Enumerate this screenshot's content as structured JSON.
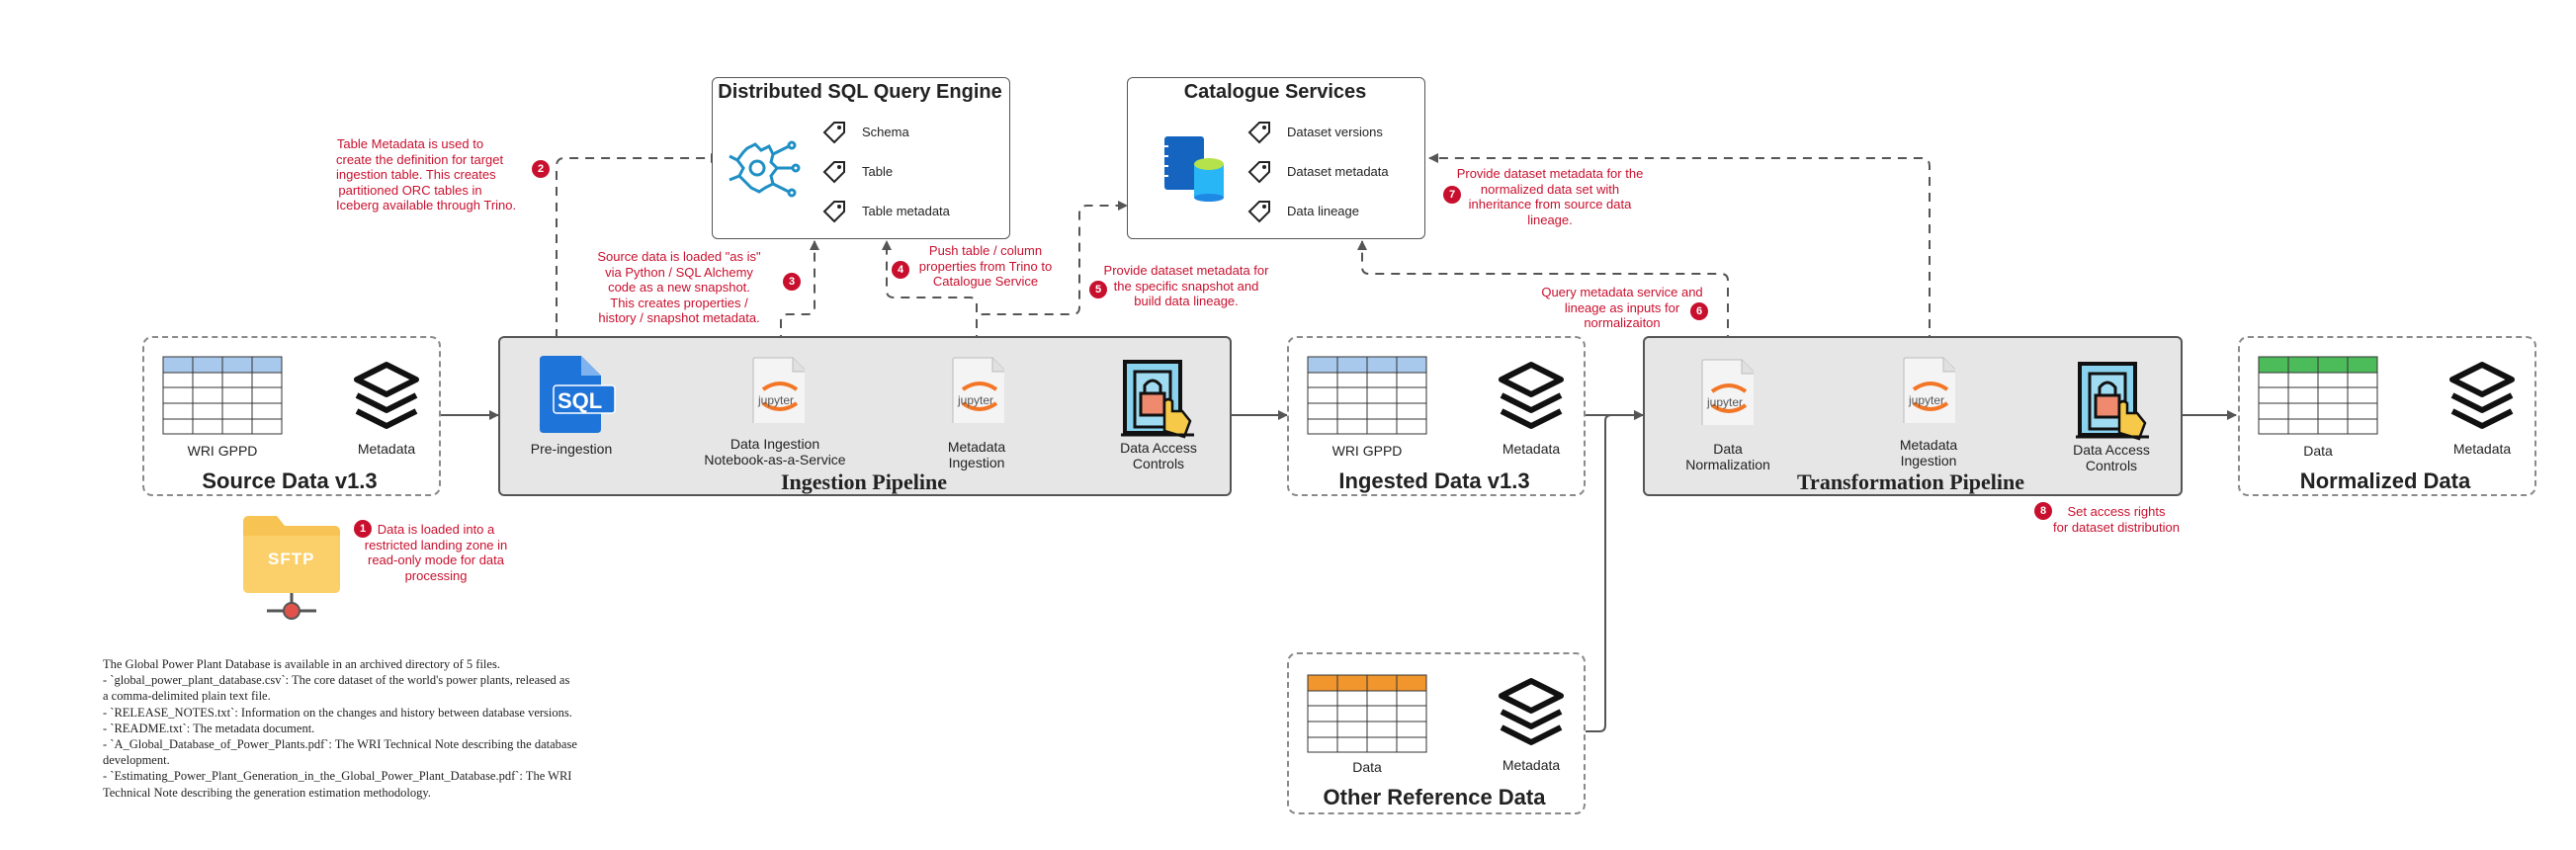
{
  "colors": {
    "note_red": "#c8102e",
    "table_blue": "#a8c8ec",
    "table_orange": "#f0962c",
    "table_green": "#4cbb5a",
    "sql_blue": "#1e74d8",
    "sftp_folder": "#f7c352",
    "jupyter_orange": "#f37626",
    "pipeline_gray": "#e6e6e6"
  },
  "source": {
    "title": "Source Data v1.3",
    "table_label": "WRI GPPD",
    "meta_label": "Metadata",
    "table_icon": "table-icon",
    "meta_icon": "layers-icon"
  },
  "ingested": {
    "title": "Ingested Data v1.3",
    "table_label": "WRI GPPD",
    "meta_label": "Metadata"
  },
  "normalized": {
    "title": "Normalized Data",
    "table_label": "Data",
    "meta_label": "Metadata"
  },
  "reference": {
    "title": "Other Reference Data",
    "table_label": "Data",
    "meta_label": "Metadata"
  },
  "ingestion": {
    "title": "Ingestion Pipeline",
    "steps": [
      {
        "label": "Pre-ingestion",
        "icon": "sql-file-icon"
      },
      {
        "label": "Data Ingestion\nNotebook-as-a-Service",
        "icon": "jupyter-icon"
      },
      {
        "label": "Metadata\nIngestion",
        "icon": "jupyter-icon"
      },
      {
        "label": "Data Access\nControls",
        "icon": "access-door-icon"
      }
    ],
    "sql_text": "SQL",
    "jupyter_text": "jupyter"
  },
  "transformation": {
    "title": "Transformation Pipeline",
    "steps": [
      {
        "label": "Data\nNormalization",
        "icon": "jupyter-icon"
      },
      {
        "label": "Metadata\nIngestion",
        "icon": "jupyter-icon"
      },
      {
        "label": "Data Access\nControls",
        "icon": "access-door-icon"
      }
    ]
  },
  "sql_engine": {
    "title": "Distributed SQL Query Engine",
    "items": [
      "Schema",
      "Table",
      "Table metadata"
    ],
    "icon": "circuit-brain-icon"
  },
  "catalogue": {
    "title": "Catalogue Services",
    "items": [
      "Dataset versions",
      "Dataset metadata",
      "Data lineage"
    ],
    "icon": "catalogue-database-icon"
  },
  "sftp": {
    "label": "SFTP",
    "icon": "sftp-folder-icon"
  },
  "notes": [
    {
      "num": "1",
      "text": "Data is loaded into a\nrestricted landing zone in\nread-only mode for data\nprocessing"
    },
    {
      "num": "2",
      "text": "Table Metadata is used to\ncreate the definition for target\ningestion table. This creates\npartitioned ORC tables in\nIceberg available through Trino."
    },
    {
      "num": "3",
      "text": "Source data is loaded \"as is\"\nvia Python / SQL Alchemy\ncode as a new snapshot.\nThis creates properties /\nhistory / snapshot metadata."
    },
    {
      "num": "4",
      "text": "Push table / column\nproperties from Trino to\nCatalogue Service"
    },
    {
      "num": "5",
      "text": "Provide dataset metadata for\nthe specific snapshot and\nbuild data lineage."
    },
    {
      "num": "6",
      "text": "Query metadata service and\nlineage as inputs for\nnormalizaiton"
    },
    {
      "num": "7",
      "text": "Provide dataset metadata for the\nnormalized data set with\ninheritance from source data\nlineage."
    },
    {
      "num": "8",
      "text": "Set access rights\nfor dataset distribution"
    }
  ],
  "description": [
    "The Global Power Plant Database is available in an archived directory of 5 files.",
    "- `global_power_plant_database.csv`: The core dataset of the world's power plants, released as a comma-delimited plain text file.",
    "- `RELEASE_NOTES.txt`: Information on the changes and history between database versions.",
    "- `README.txt`: The metadata document.",
    "- `A_Global_Database_of_Power_Plants.pdf`: The WRI Technical Note describing the database development.",
    "- `Estimating_Power_Plant_Generation_in_the_Global_Power_Plant_Database.pdf`: The WRI Technical Note describing the generation estimation methodology."
  ]
}
